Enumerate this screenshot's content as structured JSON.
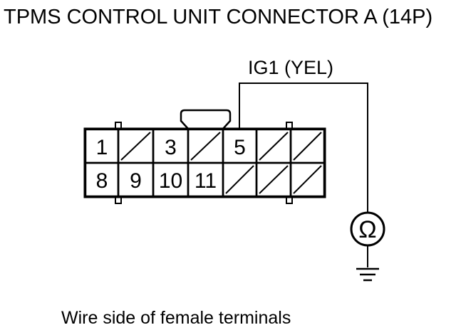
{
  "title": "TPMS CONTROL UNIT CONNECTOR A (14P)",
  "wire_label": "IG1 (YEL)",
  "caption": "Wire side of female terminals",
  "meter_symbol": "Ω",
  "connector": {
    "top_row": [
      {
        "label": "1",
        "unused": false
      },
      {
        "label": "",
        "unused": true
      },
      {
        "label": "3",
        "unused": false
      },
      {
        "label": "",
        "unused": true
      },
      {
        "label": "5",
        "unused": false
      },
      {
        "label": "",
        "unused": true
      },
      {
        "label": "",
        "unused": true
      }
    ],
    "bottom_row": [
      {
        "label": "8",
        "unused": false
      },
      {
        "label": "9",
        "unused": false
      },
      {
        "label": "10",
        "unused": false
      },
      {
        "label": "11",
        "unused": false
      },
      {
        "label": "",
        "unused": true
      },
      {
        "label": "",
        "unused": true
      },
      {
        "label": "",
        "unused": true
      }
    ]
  },
  "colors": {
    "line": "#000000",
    "background": "#ffffff"
  }
}
